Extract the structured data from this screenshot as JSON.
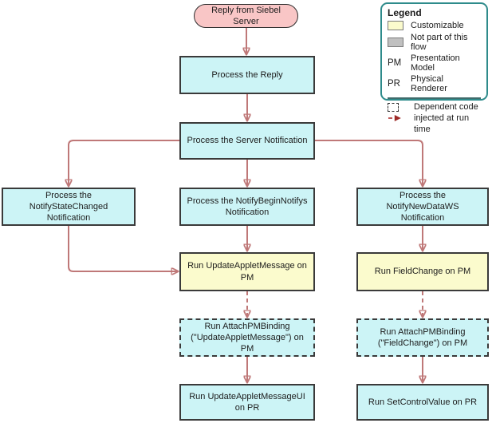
{
  "nodes": {
    "reply": {
      "label": "Reply from Siebel Server"
    },
    "process_reply": {
      "label": "Process the Reply"
    },
    "server_notification": {
      "label": "Process the Server Notification"
    },
    "notify_state_changed": {
      "label": "Process the NotifyStateChanged Notification"
    },
    "notify_begin_notifys": {
      "label": "Process the NotifyBeginNotifys Notification"
    },
    "notify_new_data_ws": {
      "label": "Process the NotifyNewDataWS Notification"
    },
    "update_applet_message": {
      "label": "Run UpdateAppletMessage on PM"
    },
    "field_change": {
      "label": "Run FieldChange on PM"
    },
    "attach_pm_binding_update": {
      "label": "Run AttachPMBinding (\"UpdateAppletMessage\") on PM"
    },
    "attach_pm_binding_field": {
      "label": "Run AttachPMBinding (\"FieldChange\") on PM"
    },
    "update_applet_message_ui": {
      "label": "Run UpdateAppletMessageUI on PR"
    },
    "set_control_value": {
      "label": "Run SetControlValue on PR"
    }
  },
  "legend": {
    "title": "Legend",
    "items": [
      {
        "swatch": "customizable-swatch",
        "label": "Customizable"
      },
      {
        "swatch": "not-part-of-flow-swatch",
        "label": "Not part of this flow"
      },
      {
        "abbr": "PM",
        "label": "Presentation Model"
      },
      {
        "abbr": "PR",
        "label": "Physical Renderer"
      },
      {
        "swatch": "runtime-injected-icons",
        "label": "Dependent code injected at run time"
      }
    ]
  },
  "colors": {
    "process_step_fill": "#ccf4f6",
    "customizable_fill": "#fbfbcd",
    "start_fill": "#f9c6c6",
    "not_part_of_flow_fill": "#c0c0c0",
    "arrow_line": "#bf7878",
    "arrow_head": "#9e2b28",
    "legend_border": "#2e8b8b",
    "node_border": "#3a3a3a"
  }
}
